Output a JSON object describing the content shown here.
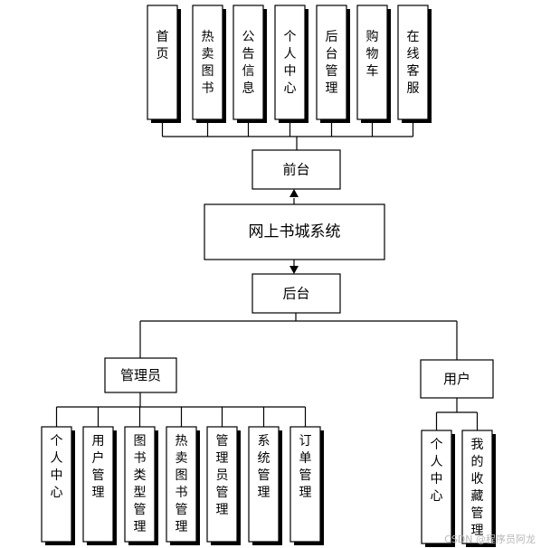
{
  "diagram": {
    "root": "网上书城系统",
    "frontend": {
      "label": "前台",
      "modules": [
        "首页",
        "热卖图书",
        "公告信息",
        "个人中心",
        "后台管理",
        "购物车",
        "在线客服"
      ]
    },
    "backend": {
      "label": "后台",
      "admin": {
        "label": "管理员",
        "modules": [
          "个人中心",
          "用户管理",
          "图书类型管理",
          "热卖图书管理",
          "管理员管理",
          "系统管理",
          "订单管理"
        ]
      },
      "user": {
        "label": "用户",
        "modules": [
          "个人中心",
          "我的收藏管理"
        ]
      }
    }
  },
  "watermark": "CSDN @程序员阿龙"
}
